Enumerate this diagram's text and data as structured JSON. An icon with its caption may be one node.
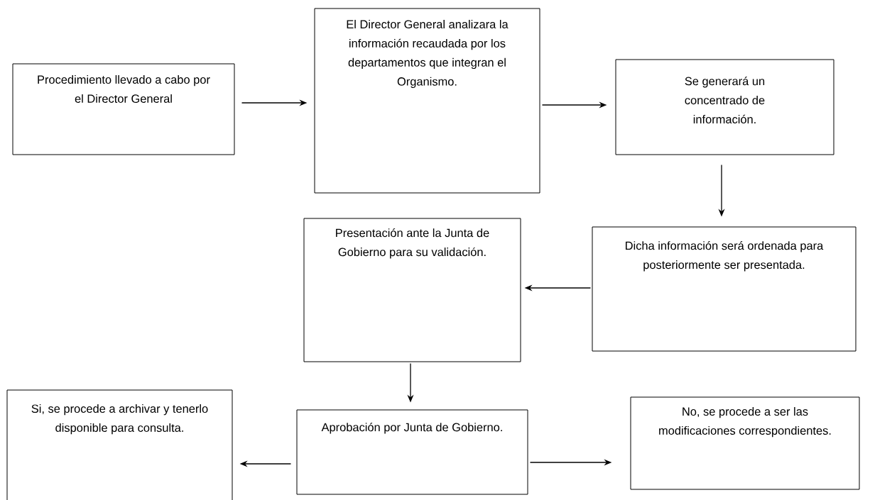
{
  "diagram": {
    "nodes": [
      {
        "text": [
          "Procedimiento llevado a cabo por el Director General"
        ]
      },
      {
        "text": [
          "El Director General analizara la información recaudada por los departamentos que integran el Organismo."
        ]
      },
      {
        "text": [
          "Se generará un concentrado de información."
        ]
      },
      {
        "text": [
          "Dicha información será ordenada para posteriormente ser presentada."
        ]
      },
      {
        "text": [
          "Presentación ante la Junta de Gobierno para su validación."
        ]
      },
      {
        "text": [
          "Si, se procede a archivar y tenerlo disponible para consulta."
        ]
      },
      {
        "text": [
          "Aprobación por Junta de Gobierno."
        ]
      },
      {
        "text": [
          "No, se procede a ser las modificaciones correspondientes."
        ]
      }
    ],
    "edges": [
      {
        "from": 0,
        "to": 1,
        "arrow": "to"
      },
      {
        "from": 1,
        "to": 2,
        "arrow": "to"
      },
      {
        "from": 2,
        "to": 3,
        "arrow": "to"
      },
      {
        "from": 3,
        "to": 4,
        "arrow": "to"
      },
      {
        "from": 4,
        "to": 6,
        "arrow": "to"
      },
      {
        "from": 6,
        "to": 5,
        "arrow": "to"
      },
      {
        "from": 6,
        "to": 7,
        "arrow": "to"
      }
    ]
  }
}
